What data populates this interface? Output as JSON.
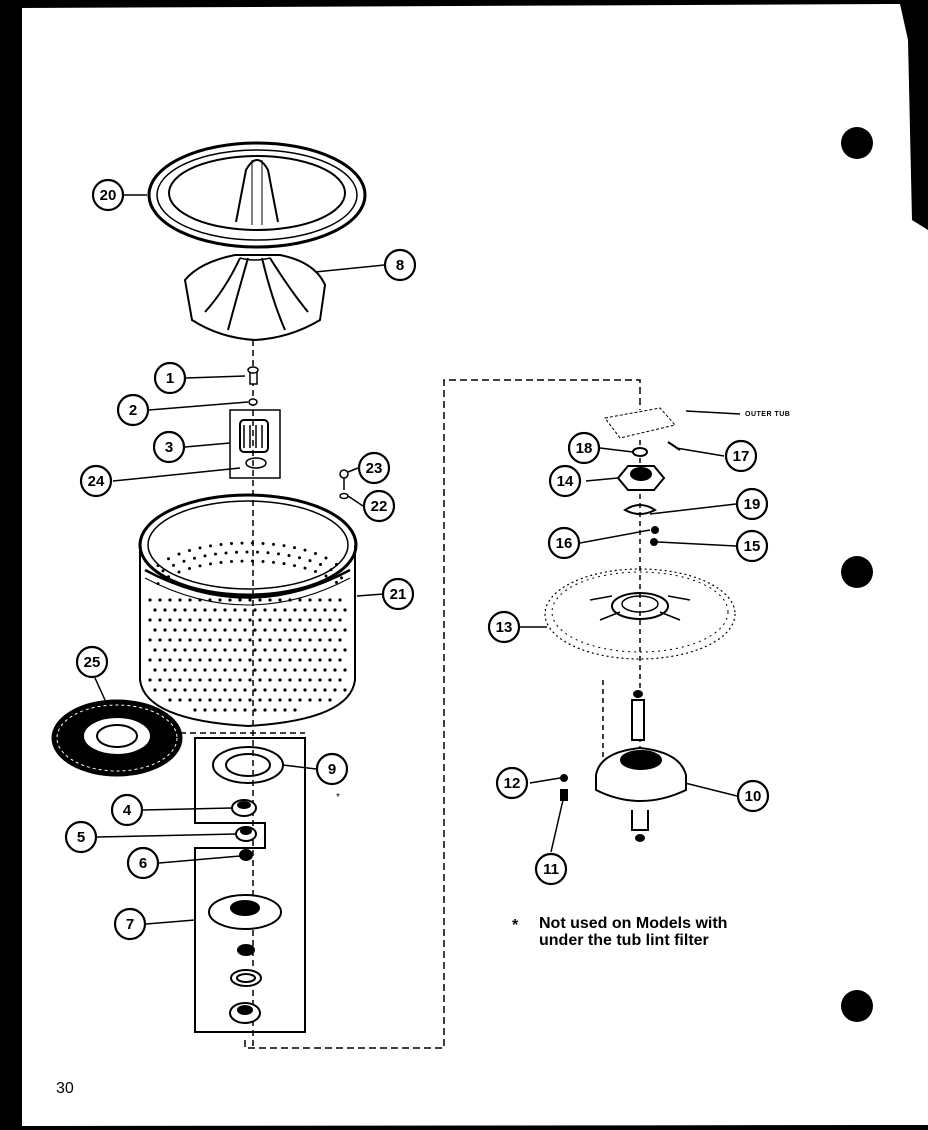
{
  "diagram": {
    "callouts": [
      "1",
      "2",
      "3",
      "4",
      "5",
      "6",
      "7",
      "8",
      "9",
      "10",
      "11",
      "12",
      "13",
      "14",
      "15",
      "16",
      "17",
      "18",
      "19",
      "20",
      "21",
      "22",
      "23",
      "24",
      "25"
    ],
    "outer_tub_label": "OUTER TUB",
    "asterisk": "*",
    "note_marker": "*",
    "note_line1": "Not used on Models with",
    "note_line2": "under the tub lint filter",
    "page_number": "30"
  }
}
